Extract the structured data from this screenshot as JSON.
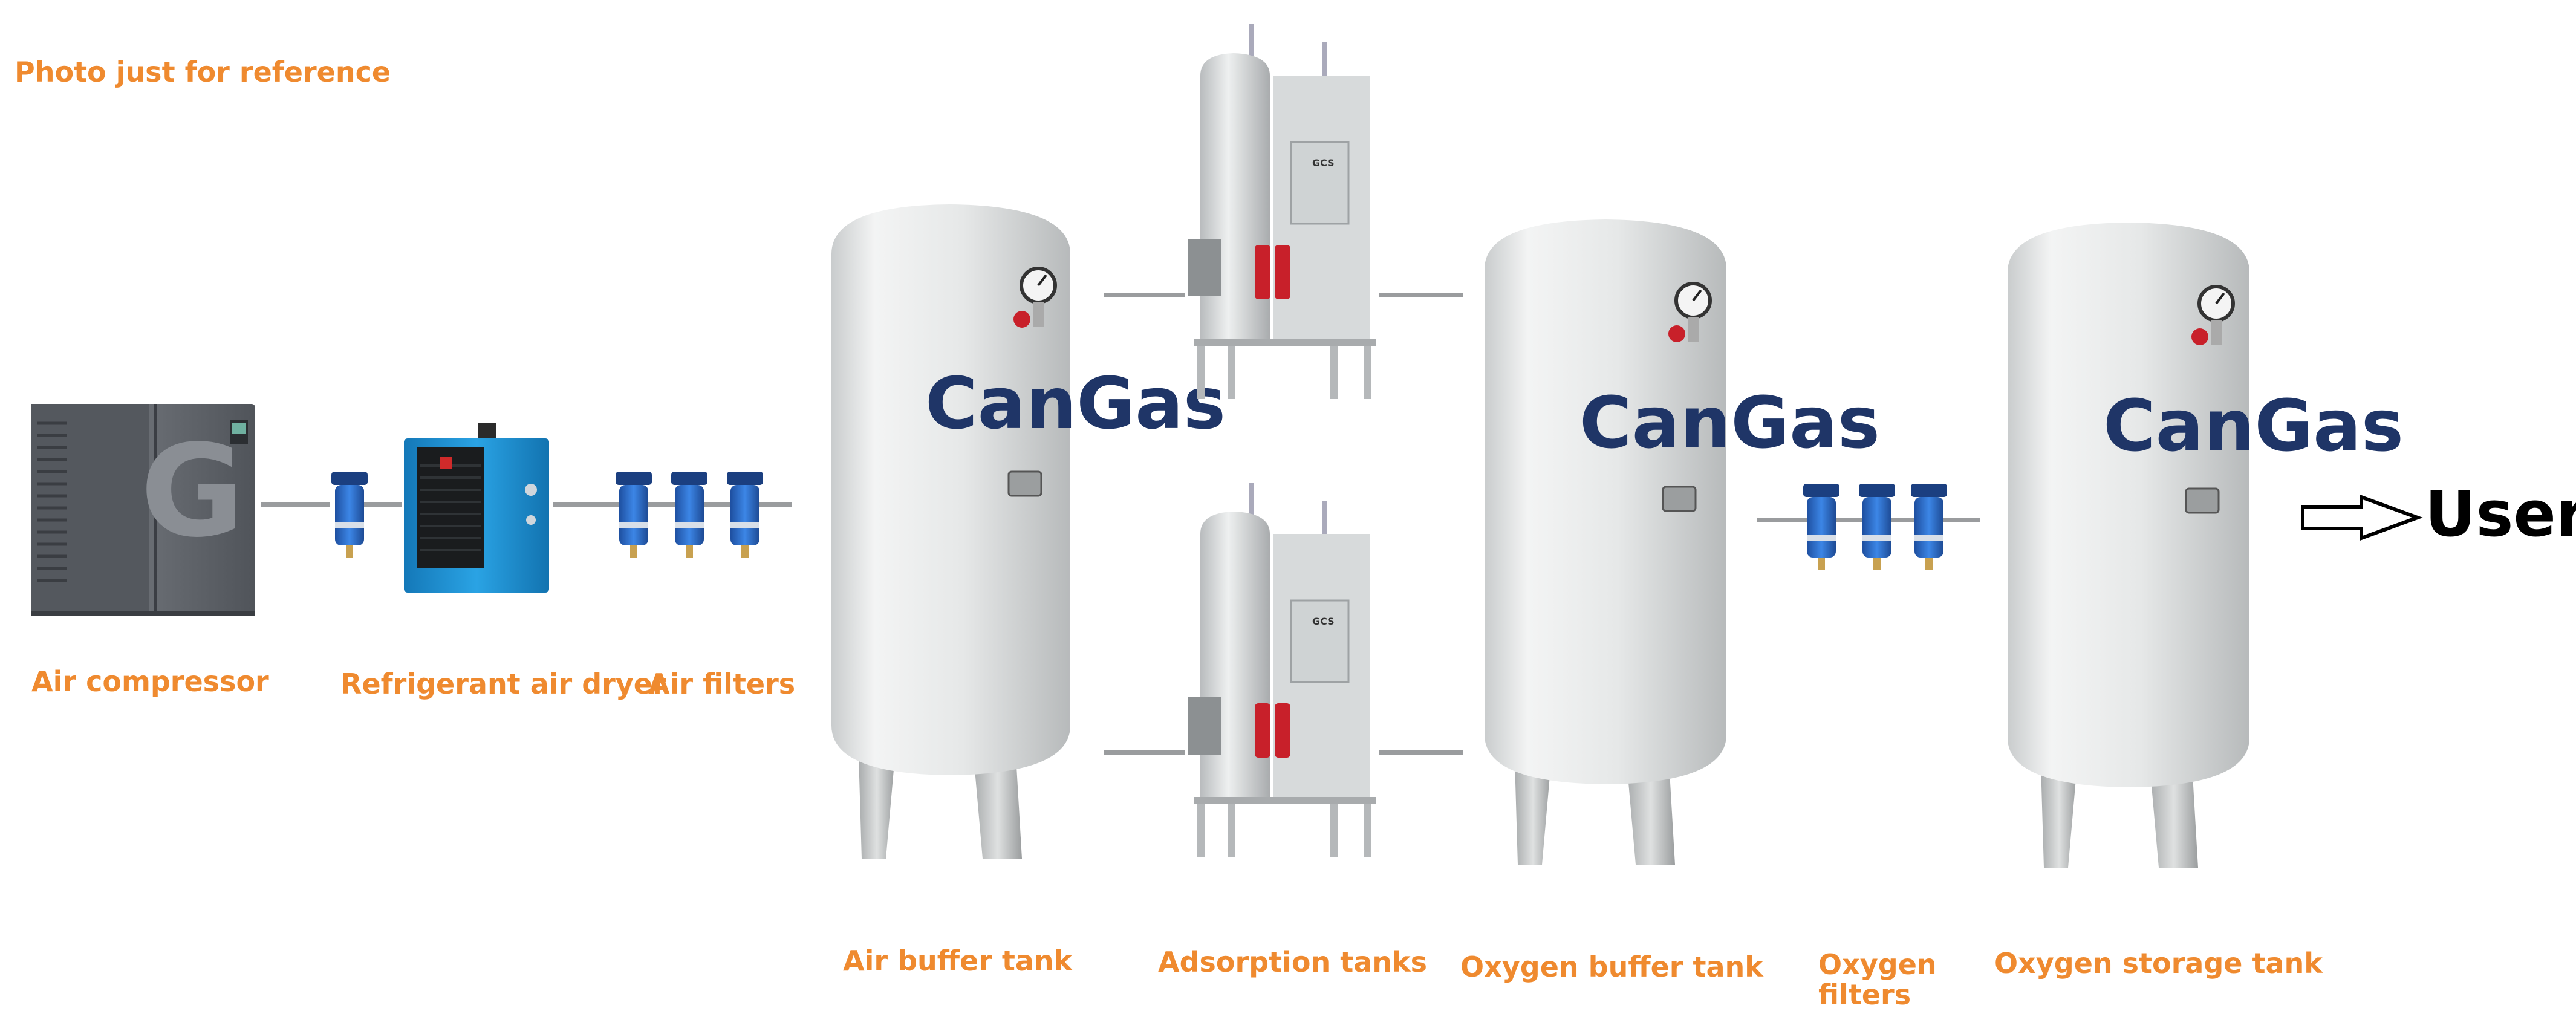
{
  "note": "Photo just for reference",
  "brand": "CanGas",
  "unit_badge": "GCS",
  "user_label": "User",
  "labels": {
    "air_compressor": "Air compressor",
    "refrigerant_air_dryer": "Refrigerant air dryer",
    "air_filters": "Air filters",
    "air_buffer_tank": "Air buffer tank",
    "adsorption_tanks": "Adsorption tanks",
    "oxygen_buffer_tank": "Oxygen buffer tank",
    "oxygen_filters_line1": "Oxygen",
    "oxygen_filters_line2": "filters",
    "oxygen_storage_tank": "Oxygen storage tank"
  },
  "colors": {
    "label_orange": "#ef8a2f",
    "brand_navy": "#1f3567",
    "filter_blue": "#2f6fd0",
    "dryer_blue": "#1c8fd0",
    "compressor_grey": "#5d6168",
    "tank_white": "#eceeee",
    "pipe_grey": "#9a9c9e",
    "valve_red": "#c8202a"
  }
}
